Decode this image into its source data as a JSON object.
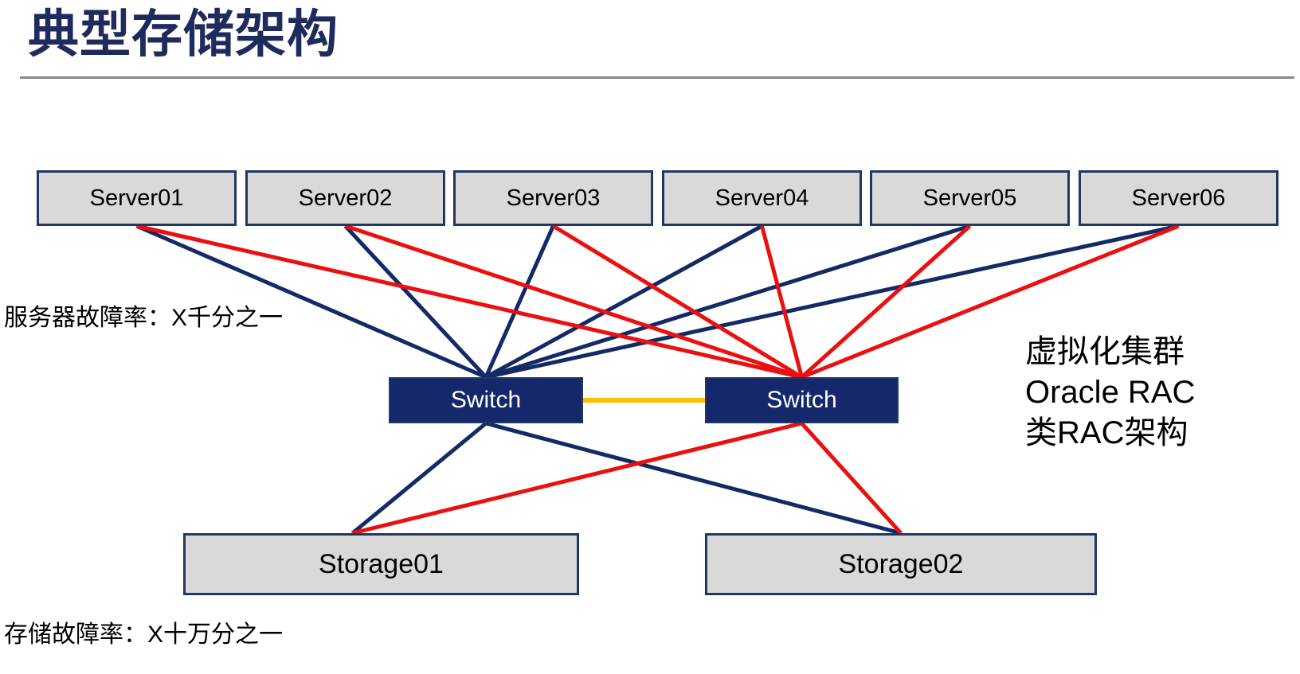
{
  "title": "典型存储架构",
  "annotations": {
    "server_fault_rate": "服务器故障率：X千分之一",
    "storage_fault_rate": "存储故障率：X十万分之一",
    "cluster_note_lines": [
      "虚拟化集群",
      "Oracle RAC",
      "类RAC架构"
    ]
  },
  "nodes": {
    "servers": [
      {
        "id": "server01",
        "label": "Server01"
      },
      {
        "id": "server02",
        "label": "Server02"
      },
      {
        "id": "server03",
        "label": "Server03"
      },
      {
        "id": "server04",
        "label": "Server04"
      },
      {
        "id": "server05",
        "label": "Server05"
      },
      {
        "id": "server06",
        "label": "Server06"
      }
    ],
    "switches": [
      {
        "id": "switch1",
        "label": "Switch"
      },
      {
        "id": "switch2",
        "label": "Switch"
      }
    ],
    "storages": [
      {
        "id": "storage01",
        "label": "Storage01"
      },
      {
        "id": "storage02",
        "label": "Storage02"
      }
    ]
  },
  "edges": [
    {
      "from": "server01",
      "to": "switch1",
      "color": "navy"
    },
    {
      "from": "server02",
      "to": "switch1",
      "color": "navy"
    },
    {
      "from": "server03",
      "to": "switch1",
      "color": "navy"
    },
    {
      "from": "server04",
      "to": "switch1",
      "color": "navy"
    },
    {
      "from": "server05",
      "to": "switch1",
      "color": "navy"
    },
    {
      "from": "server06",
      "to": "switch1",
      "color": "navy"
    },
    {
      "from": "switch1",
      "to": "storage01",
      "color": "navy",
      "tdx": -36
    },
    {
      "from": "switch1",
      "to": "storage02",
      "color": "navy"
    },
    {
      "from": "server01",
      "to": "switch2",
      "color": "red"
    },
    {
      "from": "server02",
      "to": "switch2",
      "color": "red"
    },
    {
      "from": "server03",
      "to": "switch2",
      "color": "red"
    },
    {
      "from": "server04",
      "to": "switch2",
      "color": "red"
    },
    {
      "from": "server05",
      "to": "switch2",
      "color": "red"
    },
    {
      "from": "server06",
      "to": "switch2",
      "color": "red"
    },
    {
      "from": "switch2",
      "to": "storage01",
      "color": "red",
      "tdx": -36
    },
    {
      "from": "switch2",
      "to": "storage02",
      "color": "red"
    },
    {
      "from": "switch1",
      "to": "switch2",
      "color": "yellow",
      "w": 6
    }
  ],
  "colors": {
    "navy_line": "#142A66",
    "red_line": "#EB1010",
    "trunk_yellow": "#FFC000",
    "node_fill": "#D9D9D9",
    "node_border": "#1F3864",
    "switch_fill": "#14286B",
    "title_navy": "#1F2B5C",
    "divider_gray": "#8A8A8A"
  }
}
